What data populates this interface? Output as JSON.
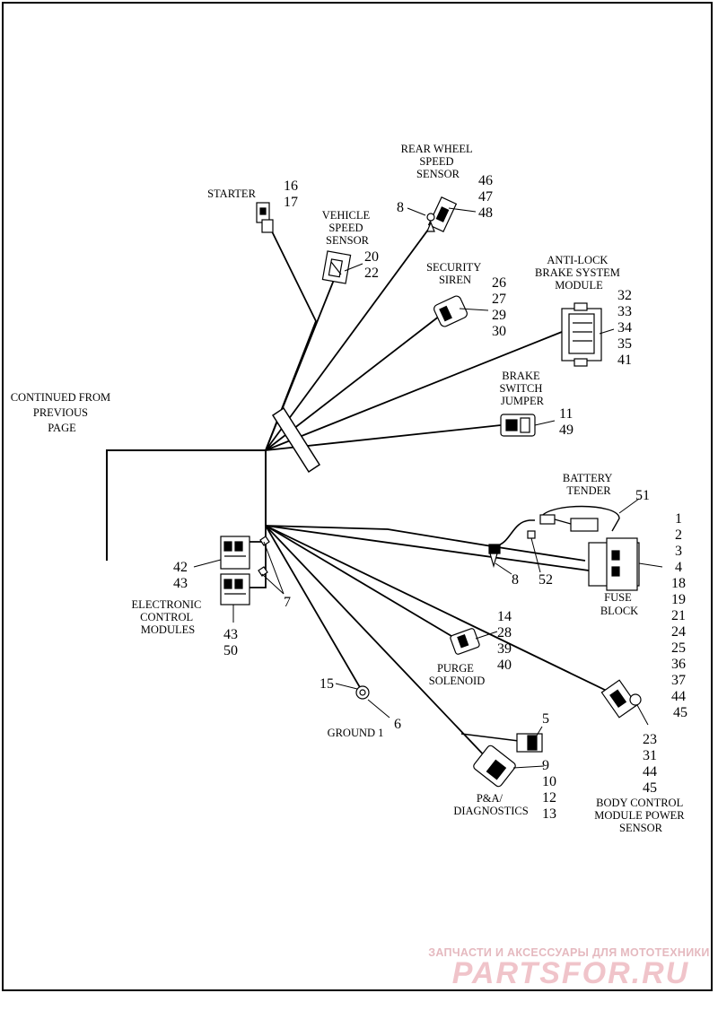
{
  "labels": {
    "continued": [
      "CONTINUED FROM",
      "PREVIOUS",
      "PAGE"
    ],
    "starter": [
      "STARTER"
    ],
    "vss": [
      "VEHICLE",
      "SPEED",
      "SENSOR"
    ],
    "rwss": [
      "REAR WHEEL",
      "SPEED",
      "SENSOR"
    ],
    "siren": [
      "SECURITY",
      "SIREN"
    ],
    "abs": [
      "ANTI-LOCK",
      "BRAKE SYSTEM",
      "MODULE"
    ],
    "brake": [
      "BRAKE",
      "SWITCH",
      "JUMPER"
    ],
    "tender": [
      "BATTERY",
      "TENDER"
    ],
    "fuse": [
      "FUSE",
      "BLOCK"
    ],
    "ecm": [
      "ELECTRONIC",
      "CONTROL",
      "MODULES"
    ],
    "purge": [
      "PURGE",
      "SOLENOID"
    ],
    "ground": [
      "GROUND 1"
    ],
    "diag": [
      "P&A/",
      "DIAGNOSTICS"
    ],
    "bcm": [
      "BODY CONTROL",
      "MODULE POWER",
      "SENSOR"
    ]
  },
  "callouts": {
    "starter": [
      "16",
      "17"
    ],
    "vss": [
      "20",
      "22"
    ],
    "rwss_left": [
      "8"
    ],
    "rwss": [
      "46",
      "47",
      "48"
    ],
    "siren": [
      "26",
      "27",
      "29",
      "30"
    ],
    "abs": [
      "32",
      "33",
      "34",
      "35",
      "41"
    ],
    "brake": [
      "11",
      "49"
    ],
    "tender": [
      "51"
    ],
    "fuse": [
      "1",
      "2",
      "3",
      "4",
      "18",
      "19",
      "21",
      "24",
      "25",
      "36",
      "37",
      "44",
      "45"
    ],
    "fuse_lower_8": [
      "8"
    ],
    "fuse_lower_52": [
      "52"
    ],
    "ecm_top": [
      "42",
      "43"
    ],
    "ecm_bottom": [
      "43",
      "50"
    ],
    "ecm_7": [
      "7"
    ],
    "purge": [
      "14",
      "28",
      "39",
      "40"
    ],
    "ground_15": [
      "15"
    ],
    "ground_6": [
      "6"
    ],
    "diag_5": [
      "5"
    ],
    "diag": [
      "9",
      "10",
      "12",
      "13"
    ],
    "bcm": [
      "23",
      "31",
      "44",
      "45"
    ]
  },
  "watermark": {
    "line1": "ЗАПЧАСТИ И АКСЕССУАРЫ ДЛЯ МОТОТЕХНИКИ",
    "line2": "PARTSFOR.RU"
  }
}
